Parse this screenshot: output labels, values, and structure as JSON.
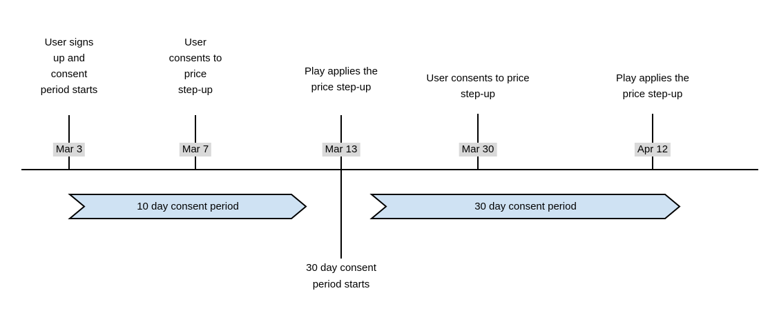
{
  "diagram": {
    "type": "timeline",
    "events": [
      {
        "label": "User signs\nup and\nconsent\nperiod starts",
        "date": "Mar 3"
      },
      {
        "label": "User\nconsents to\nprice\nstep-up",
        "date": "Mar 7"
      },
      {
        "label": "Play applies the\nprice step-up",
        "date": "Mar 13"
      },
      {
        "label": "User consents to price\nstep-up",
        "date": "Mar 30"
      },
      {
        "label": "Play applies the\nprice step-up",
        "date": "Apr 12"
      }
    ],
    "periods": [
      {
        "label": "10 day consent period"
      },
      {
        "label": "30 day consent period"
      }
    ],
    "callout": "30 day consent\nperiod starts",
    "colors": {
      "period_fill": "#cfe2f3",
      "period_stroke": "#000000",
      "date_bg": "#d9d9d9",
      "text": "#000000",
      "line": "#000000"
    }
  }
}
